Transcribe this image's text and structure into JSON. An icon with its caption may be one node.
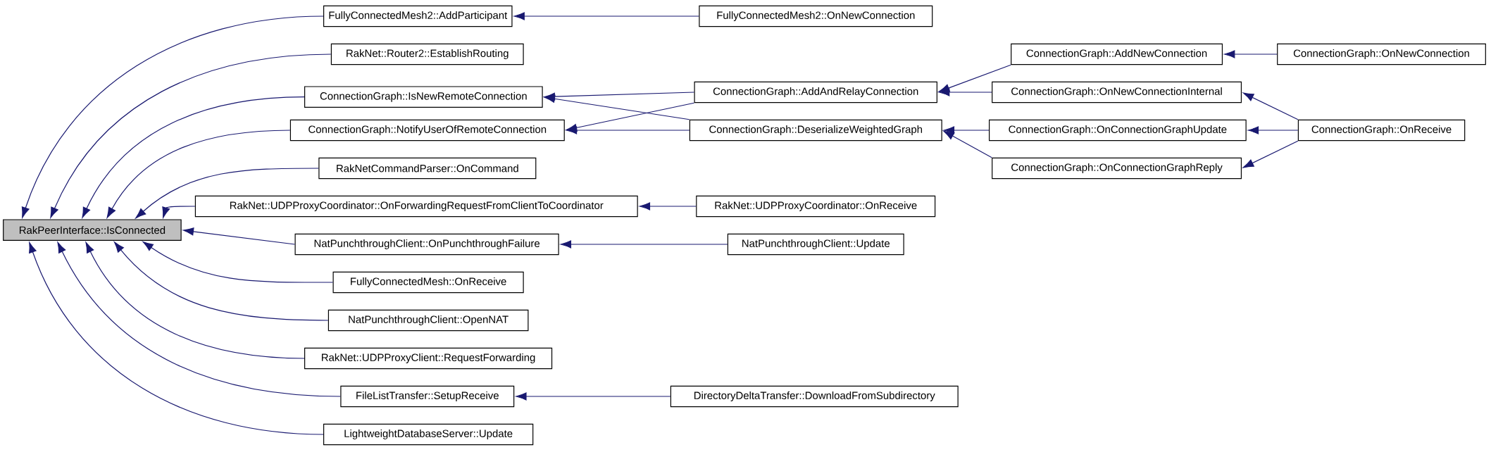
{
  "diagram": {
    "nodes": [
      {
        "text": [
          "RakPeerInterface::IsConnected"
        ]
      },
      {
        "text": [
          "FullyConnectedMesh2::AddParticipant"
        ]
      },
      {
        "text": [
          "FullyConnectedMesh2::OnNewConnection"
        ]
      },
      {
        "text": [
          "RakNet::Router2::EstablishRouting"
        ]
      },
      {
        "text": [
          "ConnectionGraph::IsNewRemoteConnection"
        ]
      },
      {
        "text": [
          "ConnectionGraph::NotifyUserOfRemoteConnection"
        ]
      },
      {
        "text": [
          "ConnectionGraph::AddAndRelayConnection"
        ]
      },
      {
        "text": [
          "ConnectionGraph::DeserializeWeightedGraph"
        ]
      },
      {
        "text": [
          "ConnectionGraph::AddNewConnection"
        ]
      },
      {
        "text": [
          "ConnectionGraph::OnNewConnection"
        ]
      },
      {
        "text": [
          "ConnectionGraph::OnNewConnectionInternal"
        ]
      },
      {
        "text": [
          "ConnectionGraph::OnConnectionGraphUpdate"
        ]
      },
      {
        "text": [
          "ConnectionGraph::OnConnectionGraphReply"
        ]
      },
      {
        "text": [
          "ConnectionGraph::OnReceive"
        ]
      },
      {
        "text": [
          "RakNetCommandParser::OnCommand"
        ]
      },
      {
        "text": [
          "RakNet::UDPProxyCoordinator::OnForwardingRequestFromClientToCoordinator"
        ]
      },
      {
        "text": [
          "RakNet::UDPProxyCoordinator::OnReceive"
        ]
      },
      {
        "text": [
          "NatPunchthroughClient::OnPunchthroughFailure"
        ]
      },
      {
        "text": [
          "NatPunchthroughClient::Update"
        ]
      },
      {
        "text": [
          "FullyConnectedMesh::OnReceive"
        ]
      },
      {
        "text": [
          "NatPunchthroughClient::OpenNAT"
        ]
      },
      {
        "text": [
          "RakNet::UDPProxyClient::RequestForwarding"
        ]
      },
      {
        "text": [
          "FileListTransfer::SetupReceive"
        ]
      },
      {
        "text": [
          "DirectoryDeltaTransfer::DownloadFromSubdirectory"
        ]
      },
      {
        "text": [
          "LightweightDatabaseServer::Update"
        ]
      }
    ],
    "edges": [
      {
        "from": 1,
        "to": 0,
        "arrow": "to"
      },
      {
        "from": 3,
        "to": 0,
        "arrow": "to"
      },
      {
        "from": 4,
        "to": 0,
        "arrow": "to"
      },
      {
        "from": 5,
        "to": 0,
        "arrow": "to"
      },
      {
        "from": 14,
        "to": 0,
        "arrow": "to"
      },
      {
        "from": 15,
        "to": 0,
        "arrow": "to"
      },
      {
        "from": 17,
        "to": 0,
        "arrow": "to"
      },
      {
        "from": 19,
        "to": 0,
        "arrow": "to"
      },
      {
        "from": 20,
        "to": 0,
        "arrow": "to"
      },
      {
        "from": 21,
        "to": 0,
        "arrow": "to"
      },
      {
        "from": 22,
        "to": 0,
        "arrow": "to"
      },
      {
        "from": 24,
        "to": 0,
        "arrow": "to"
      },
      {
        "from": 2,
        "to": 1,
        "arrow": "to"
      },
      {
        "from": 6,
        "to": 4,
        "arrow": "to"
      },
      {
        "from": 7,
        "to": 4,
        "arrow": "to"
      },
      {
        "from": 6,
        "to": 5,
        "arrow": "to"
      },
      {
        "from": 7,
        "to": 5,
        "arrow": "to"
      },
      {
        "from": 8,
        "to": 6,
        "arrow": "to"
      },
      {
        "from": 10,
        "to": 6,
        "arrow": "to"
      },
      {
        "from": 11,
        "to": 7,
        "arrow": "to"
      },
      {
        "from": 12,
        "to": 7,
        "arrow": "to"
      },
      {
        "from": 9,
        "to": 8,
        "arrow": "to"
      },
      {
        "from": 13,
        "to": 10,
        "arrow": "to"
      },
      {
        "from": 13,
        "to": 11,
        "arrow": "to"
      },
      {
        "from": 13,
        "to": 12,
        "arrow": "to"
      },
      {
        "from": 16,
        "to": 15,
        "arrow": "to"
      },
      {
        "from": 18,
        "to": 17,
        "arrow": "to"
      },
      {
        "from": 23,
        "to": 22,
        "arrow": "to"
      }
    ]
  }
}
